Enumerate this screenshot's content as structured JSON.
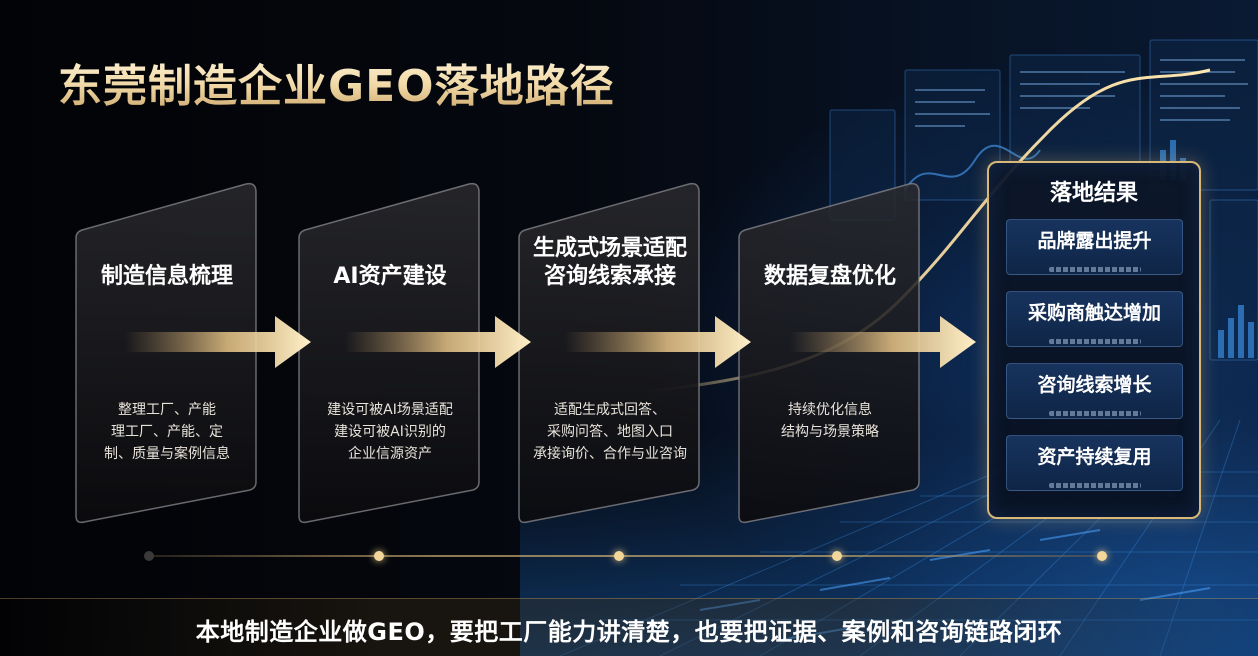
{
  "title": "东莞制造企业GEO落地路径",
  "steps": [
    {
      "title_lines": [
        "制造信息梳理"
      ],
      "desc_lines": [
        "整理工厂、产能",
        "理工厂、产能、定",
        "制、质量与案例信息"
      ]
    },
    {
      "title_lines": [
        "AI资产建设"
      ],
      "desc_lines": [
        "建设可被AI场景适配",
        "建设可被AI识别的",
        "企业信源资产"
      ]
    },
    {
      "title_lines": [
        "生成式场景适配",
        "咨询线索承接"
      ],
      "desc_lines": [
        "适配生成式回答、",
        "采购问答、地图入口",
        "承接询价、合作与业咨询"
      ]
    },
    {
      "title_lines": [
        "数据复盘优化"
      ],
      "desc_lines": [
        "持续优化信息",
        "结构与场景策略"
      ]
    }
  ],
  "results": {
    "title": "落地结果",
    "items": [
      "品牌露出提升",
      "采购商触达增加",
      "咨询线索增长",
      "资产持续复用"
    ]
  },
  "bottom_text": "本地制造企业做GEO，要把工厂能力讲清楚，也要把证据、案例和咨询链路闭环",
  "colors": {
    "gold": "#e9c98b",
    "navy": "#0f2546",
    "accent_blue": "#2e7fd6"
  }
}
